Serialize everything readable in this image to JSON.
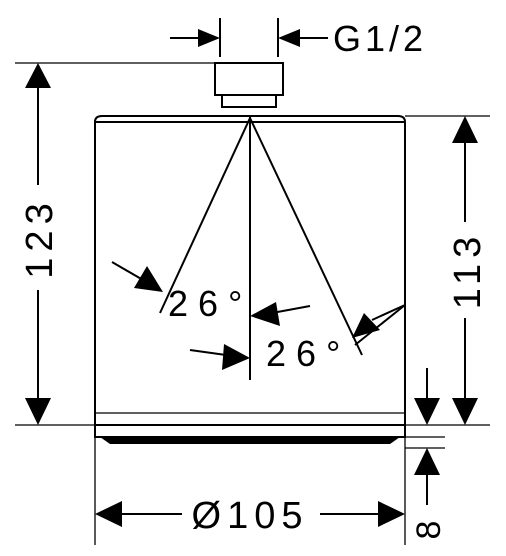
{
  "drawing": {
    "thread_label": "G1/2",
    "height_total": "123",
    "height_body": "113",
    "angle_inner": "26°",
    "angle_outer": "26°",
    "diameter": "Ø105",
    "plate_thickness": "8"
  },
  "colors": {
    "line": "#000000",
    "background": "#ffffff"
  }
}
